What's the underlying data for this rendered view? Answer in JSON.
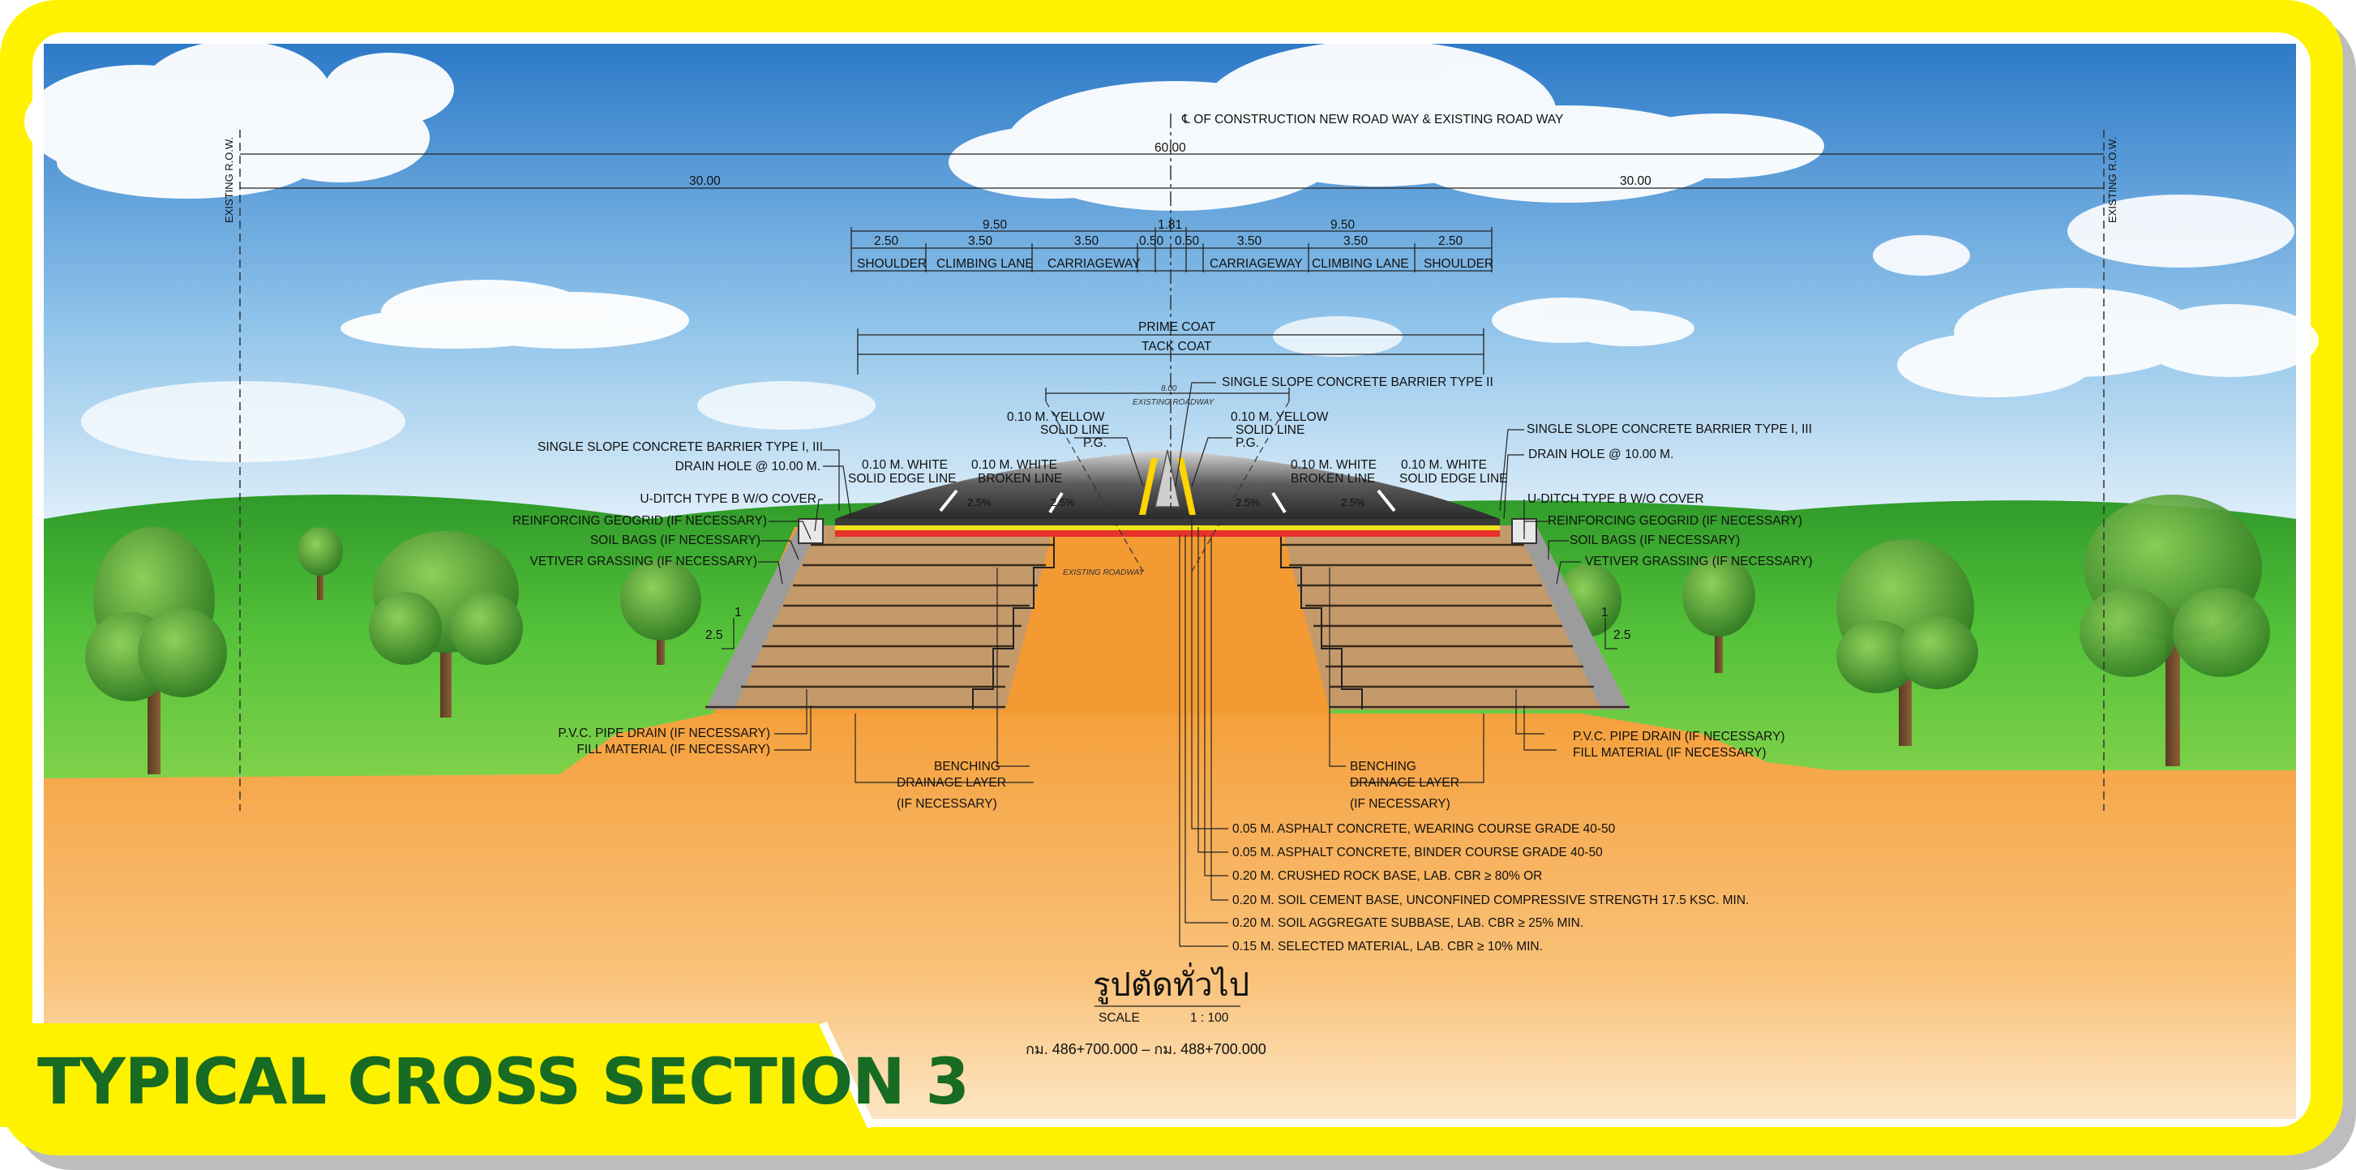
{
  "title": "TYPICAL CROSS SECTION 3",
  "header": {
    "centerline": "℄ OF CONSTRUCTION NEW ROAD WAY & EXISTING ROAD WAY",
    "row_left": "EXISTING R.O.W.",
    "row_right": "EXISTING R.O.W."
  },
  "dimensions": {
    "total": "60.00",
    "half_left": "30.00",
    "half_right": "30.00",
    "side_left": "9.50",
    "median": "1.81",
    "side_right": "9.50",
    "parts_left": [
      "2.50",
      "3.50",
      "3.50",
      "0.50"
    ],
    "parts_right": [
      "0.50",
      "3.50",
      "3.50",
      "2.50"
    ],
    "lanes_left": [
      "SHOULDER",
      "CLIMBING LANE",
      "CARRIAGEWAY"
    ],
    "lanes_right": [
      "CARRIAGEWAY",
      "CLIMBING LANE",
      "SHOULDER"
    ],
    "existing_roadway_width": "8.00",
    "existing_roadway": "EXISTING ROADWAY"
  },
  "coats": {
    "prime": "PRIME COAT",
    "tack": "TACK COAT"
  },
  "road_labels": {
    "barrier_center": "SINGLE SLOPE CONCRETE BARRIER TYPE II",
    "yellow_left": [
      "0.10 M. YELLOW",
      "SOLID LINE",
      "P.G."
    ],
    "yellow_right": [
      "0.10 M. YELLOW",
      "SOLID LINE",
      "P.G."
    ],
    "white_edge_left": [
      "0.10 M. WHITE",
      "SOLID EDGE LINE"
    ],
    "white_broken_left": [
      "0.10 M. WHITE",
      "BROKEN LINE"
    ],
    "white_broken_right": [
      "0.10 M. WHITE",
      "BROKEN LINE"
    ],
    "white_edge_right": [
      "0.10 M. WHITE",
      "SOLID EDGE LINE"
    ],
    "slope_pct": "2.5%",
    "existing_roadway_label": "EXISTING ROADWAY"
  },
  "side_labels_left": [
    "SINGLE SLOPE CONCRETE BARRIER TYPE I, III",
    "DRAIN HOLE @ 10.00 M.",
    "U-DITCH TYPE B W/O COVER",
    "REINFORCING GEOGRID (IF NECESSARY)",
    "SOIL BAGS (IF NECESSARY)",
    "VETIVER GRASSING (IF NECESSARY)"
  ],
  "side_labels_right": [
    "SINGLE SLOPE CONCRETE BARRIER TYPE I, III",
    "DRAIN HOLE @ 10.00 M.",
    "U-DITCH TYPE B W/O COVER",
    "REINFORCING GEOGRID (IF NECESSARY)",
    "SOIL BAGS (IF NECESSARY)",
    "VETIVER GRASSING (IF NECESSARY)"
  ],
  "slope": {
    "ratio_v": "1",
    "ratio_h_left": "2.5",
    "ratio_h_right": "2.5"
  },
  "bottom_labels_left": [
    "P.V.C. PIPE DRAIN (IF NECESSARY)",
    "FILL MATERIAL (IF NECESSARY)"
  ],
  "bottom_labels_right": [
    "P.V.C. PIPE DRAIN (IF NECESSARY)",
    "FILL MATERIAL (IF NECESSARY)"
  ],
  "benching": {
    "benching": "BENCHING",
    "drainage": "DRAINAGE LAYER",
    "if_necessary": "(IF NECESSARY)"
  },
  "pavement_layers": [
    "0.05 M. ASPHALT CONCRETE, WEARING COURSE GRADE 40-50",
    "0.05 M. ASPHALT CONCRETE, BINDER COURSE GRADE 40-50",
    "0.20 M. CRUSHED ROCK BASE, LAB. CBR ≥ 80% OR",
    "0.20 M. SOIL CEMENT BASE, UNCONFINED COMPRESSIVE STRENGTH 17.5 KSC. MIN.",
    "0.20 M. SOIL AGGREGATE SUBBASE, LAB. CBR ≥ 25% MIN.",
    "0.15 M. SELECTED MATERIAL, LAB. CBR ≥ 10% MIN."
  ],
  "section": {
    "thai_title": "รูปตัดทั่วไป",
    "scale_label": "SCALE",
    "scale_value": "1 : 100",
    "station": "กม. 486+700.000 – กม. 488+700.000"
  },
  "colors": {
    "frame": "#fff200",
    "title": "#176b22",
    "sky_top": "#2d7cc9",
    "grass": "#3fae2a",
    "soil": "#f7a640",
    "asphalt": "#3a3a3a"
  }
}
